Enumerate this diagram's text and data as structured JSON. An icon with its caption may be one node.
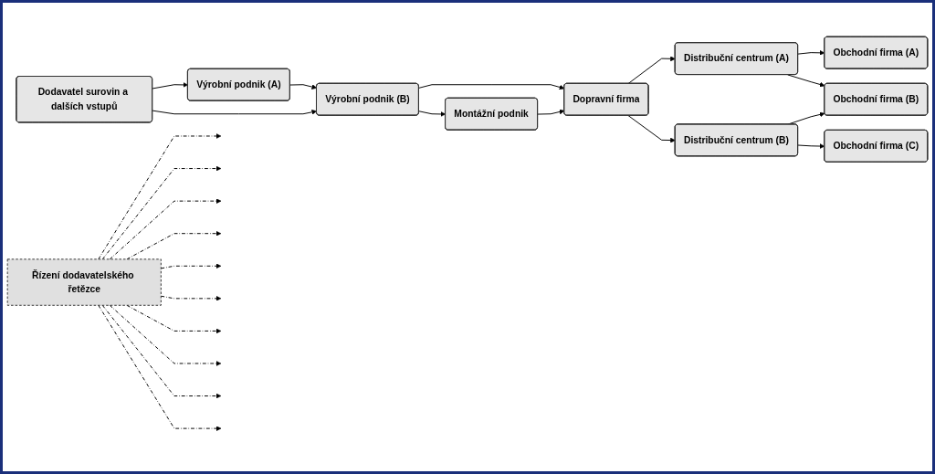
{
  "diagram": {
    "nodes": [
      {
        "text": [
          "Dodavatel surovin a dalších vstupů"
        ]
      },
      {
        "text": [
          "Výrobní podnik (A)"
        ]
      },
      {
        "text": [
          "Výrobní podnik (B)"
        ]
      },
      {
        "text": [
          "Montážní podnik"
        ]
      },
      {
        "text": [
          "Dopravní firma"
        ]
      },
      {
        "text": [
          "Distribuční centrum (A)"
        ]
      },
      {
        "text": [
          "Distribuční centrum (B)"
        ]
      },
      {
        "text": [
          "Obchodní firma (A)"
        ]
      },
      {
        "text": [
          "Obchodní firma (B)"
        ]
      },
      {
        "text": [
          "Obchodní firma (C)"
        ]
      },
      {
        "text": [
          "Řízení dodavatelského řetězce"
        ]
      }
    ],
    "edges": [
      {
        "from": 0,
        "to": 1,
        "arrow": "to"
      },
      {
        "from": 0,
        "to": 2,
        "arrow": "to"
      },
      {
        "from": 1,
        "to": 2,
        "arrow": "to"
      },
      {
        "from": 2,
        "to": 4,
        "arrow": "to"
      },
      {
        "from": 2,
        "to": 3,
        "arrow": "to"
      },
      {
        "from": 3,
        "to": 4,
        "arrow": "to"
      },
      {
        "from": 4,
        "to": 5,
        "arrow": "to"
      },
      {
        "from": 4,
        "to": 6,
        "arrow": "to"
      },
      {
        "from": 5,
        "to": 7,
        "arrow": "to"
      },
      {
        "from": 5,
        "to": 8,
        "arrow": "to"
      },
      {
        "from": 6,
        "to": 8,
        "arrow": "to"
      },
      {
        "from": 6,
        "to": 9,
        "arrow": "to"
      },
      {
        "from": 10,
        "to": null,
        "arrow": "to",
        "style": "dashed"
      },
      {
        "from": 10,
        "to": null,
        "arrow": "to",
        "style": "dashed"
      },
      {
        "from": 10,
        "to": null,
        "arrow": "to",
        "style": "dashed"
      },
      {
        "from": 10,
        "to": null,
        "arrow": "to",
        "style": "dashed"
      },
      {
        "from": 10,
        "to": null,
        "arrow": "to",
        "style": "dashed"
      },
      {
        "from": 10,
        "to": null,
        "arrow": "to",
        "style": "dashed"
      },
      {
        "from": 10,
        "to": null,
        "arrow": "to",
        "style": "dashed"
      },
      {
        "from": 10,
        "to": null,
        "arrow": "to",
        "style": "dashed"
      },
      {
        "from": 10,
        "to": null,
        "arrow": "to",
        "style": "dashed"
      },
      {
        "from": 10,
        "to": null,
        "arrow": "to",
        "style": "dashed"
      }
    ]
  }
}
